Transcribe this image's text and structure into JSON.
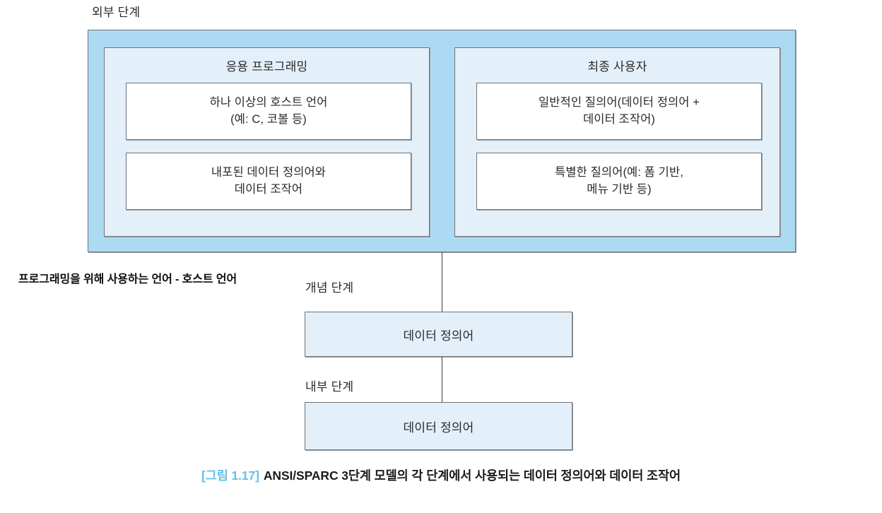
{
  "figure": {
    "external_level_label": "외부 단계",
    "conceptual_level_label": "개념 단계",
    "internal_level_label": "내부 단계",
    "annotation": "프로그래밍을 위해 사용하는 언어 - 호스트 언어",
    "panels": [
      {
        "title": "응용 프로그래밍",
        "boxes": [
          "하나 이상의 호스트 언어\n(예: C, 코볼 등)",
          "내포된 데이터 정의어와\n데이터 조작어"
        ]
      },
      {
        "title": "최종 사용자",
        "boxes": [
          "일반적인 질의어(데이터 정의어 +\n데이터 조작어)",
          "특별한 질의어(예: 폼 기반,\n메뉴 기반 등)"
        ]
      }
    ],
    "levels": [
      {
        "name": "conceptual",
        "box_label": "데이터 정의어"
      },
      {
        "name": "internal",
        "box_label": "데이터 정의어"
      }
    ],
    "caption": {
      "tag": "[그림 1.17]",
      "text": "ANSI/SPARC 3단계 모델의 각 단계에서 사용되는 데이터 정의어와 데이터 조작어"
    },
    "colors": {
      "outer_fill": "#ADDAF3",
      "panel_fill": "#E3EFF9",
      "inner_box_fill": "#FFFFFF",
      "border": "#6F7378",
      "caption_tag": "#63C0ED"
    }
  }
}
